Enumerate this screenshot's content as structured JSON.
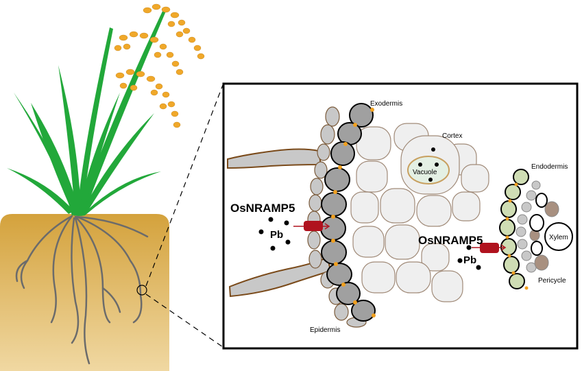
{
  "labels": {
    "exodermis": "Exodermis",
    "cortex": "Cortex",
    "vacuole": "Vacuole",
    "endodermis": "Endodermis",
    "transporter_left": "OsNRAMP5",
    "transporter_right": "OsNRAMP5",
    "metal_left": "Pb",
    "metal_right": "Pb",
    "xylem": "Xylem",
    "pericycle": "Pericycle",
    "epidermis": "Epidermis"
  },
  "colors": {
    "soil_top": "#d4a23c",
    "soil_bottom": "#f0d8a2",
    "leaf": "#22a83a",
    "grain": "#f0a82a",
    "root": "#6b6b6b",
    "exodermis": "#a0a0a0",
    "cortex": "#efefef",
    "endodermis": "#cfddb4",
    "transporter": "#b0121e",
    "casparian": "#f0a020",
    "cell_outline": "#a08a78"
  }
}
